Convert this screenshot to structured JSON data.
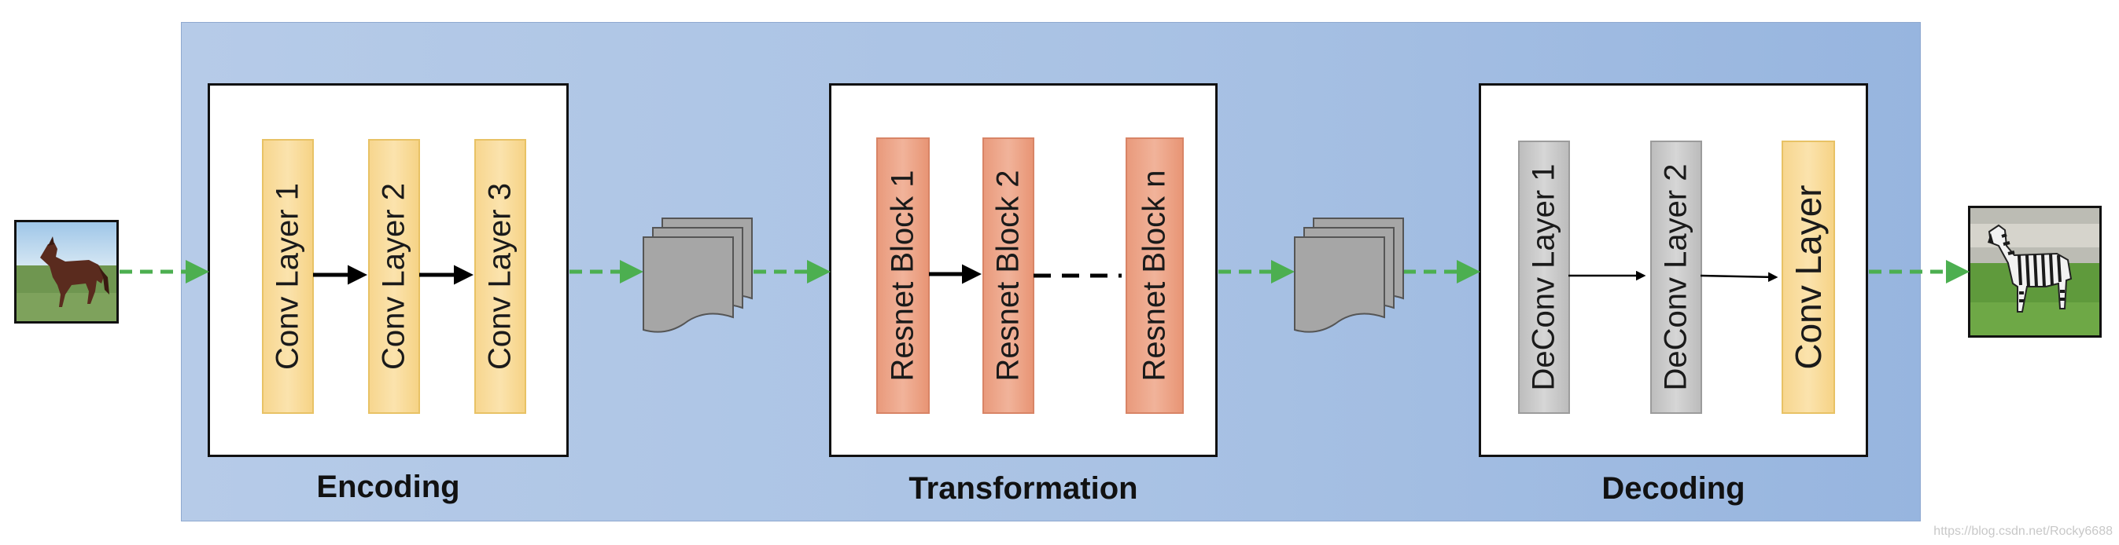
{
  "stages": {
    "encoding": {
      "label": "Encoding",
      "layers": [
        "Conv Layer 1",
        "Conv Layer 2",
        "Conv Layer 3"
      ]
    },
    "transformation": {
      "label": "Transformation",
      "layers": [
        "Resnet Block 1",
        "Resnet Block 2",
        "Resnet Block n"
      ]
    },
    "decoding": {
      "label": "Decoding",
      "layers": [
        "DeConv Layer 1",
        "DeConv Layer 2",
        "Conv Layer"
      ]
    }
  },
  "images": {
    "input": "horse-photo",
    "output": "zebra-photo"
  },
  "colors": {
    "panel": "#a9c2e4",
    "conv": "#f9dc9c",
    "resnet": "#eda486",
    "deconv": "#c9c9c9",
    "feature_map": "#a6a6a6",
    "flow_arrow": "#4caf50"
  },
  "watermark": "https://blog.csdn.net/Rocky6688"
}
